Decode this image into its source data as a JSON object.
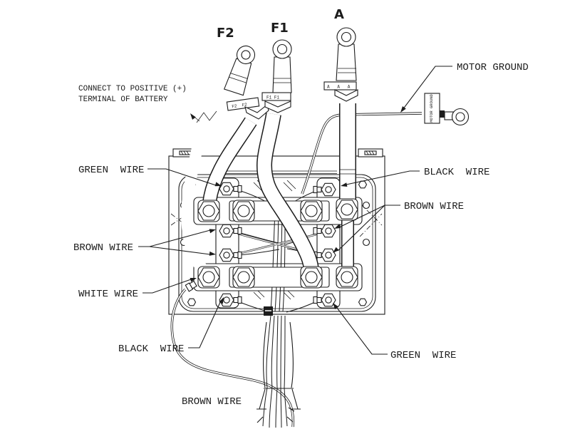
{
  "diagram": {
    "title_terminals": {
      "f2": "F2",
      "f1": "F1",
      "a": "A"
    },
    "battery_note": {
      "line1": "CONNECT TO POSITIVE (+)",
      "line2": "TERMINAL OF BATTERY"
    },
    "labels": {
      "motor_ground": "MOTOR GROUND",
      "green_top_left": "GREEN  WIRE",
      "black_top_right": "BLACK  WIRE",
      "brown_right": "BROWN WIRE",
      "brown_left": "BROWN WIRE",
      "white_left": "WHITE WIRE",
      "black_bottom_left": "BLACK  WIRE",
      "green_bottom_right": "GREEN  WIRE",
      "brown_bottom": "BROWN WIRE"
    },
    "cable_tags": {
      "f2": "F2  F2",
      "f1": "F1 F1",
      "a": "A   A   A",
      "motor_ground": "MOTOR GROUND"
    },
    "colors": {
      "line": "#1c1c1c",
      "background": "#ffffff"
    }
  }
}
